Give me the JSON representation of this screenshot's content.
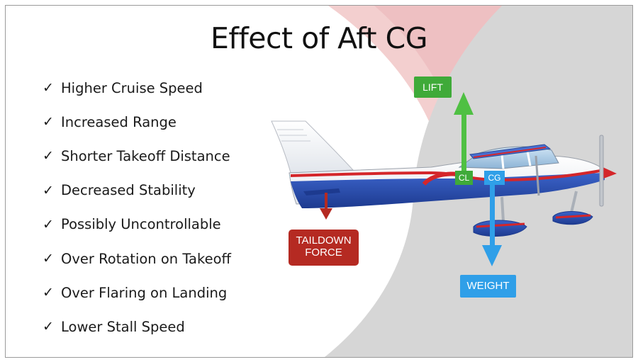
{
  "title": "Effect of Aft CG",
  "bullets": [
    "Higher Cruise Speed",
    "Increased Range",
    "Shorter Takeoff Distance",
    "Decreased Stability",
    "Possibly Uncontrollable",
    "Over Rotation on Takeoff",
    "Over Flaring on Landing",
    "Lower Stall Speed"
  ],
  "check_glyph": "✓",
  "labels": {
    "lift": "LIFT",
    "weight": "WEIGHT",
    "taildown_line1": "TAILDOWN",
    "taildown_line2": "FORCE",
    "cl": "CL",
    "cg": "CG"
  },
  "colors": {
    "lift_green": "#3faa39",
    "weight_blue": "#2f9fe8",
    "taildown_red": "#b52a22",
    "background_gray": "#d4d4d4",
    "background_pink": "#f2c9c9"
  }
}
